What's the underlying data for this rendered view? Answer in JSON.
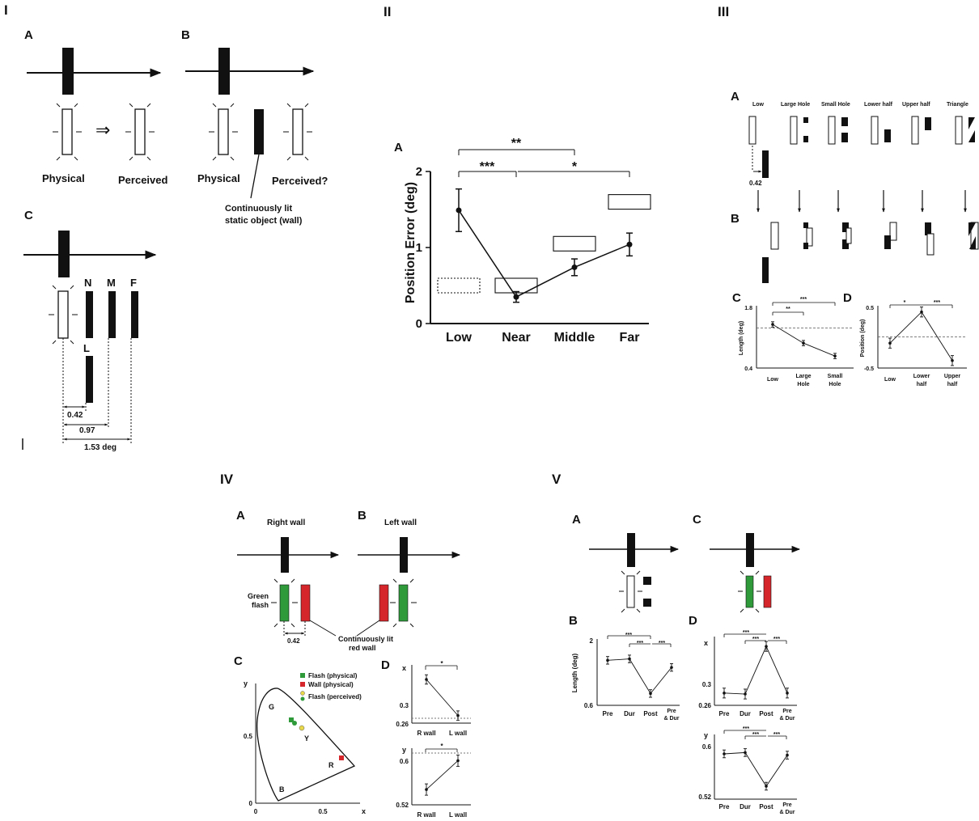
{
  "sections": {
    "I": {
      "numeral": "I",
      "panel_a": "A",
      "panel_b": "B",
      "panel_c": "C",
      "physical": "Physical",
      "perceived": "Perceived",
      "perceived_q": "Perceived?",
      "wall_note_1": "Continuously lit",
      "wall_note_2": "static object (wall)",
      "pos_n": "N",
      "pos_m": "M",
      "pos_f": "F",
      "pos_l": "L",
      "dist_1": "0.42",
      "dist_2": "0.97",
      "dist_3": "1.53 deg"
    },
    "II": {
      "numeral": "II",
      "panel_a": "A",
      "ylabel": "Position Error (deg)",
      "yticks": [
        "0",
        "1",
        "2"
      ],
      "categories": [
        "Low",
        "Near",
        "Middle",
        "Far"
      ],
      "sig_low_middle": "**",
      "sig_low_near": "***",
      "sig_near_far": "*"
    },
    "III": {
      "numeral": "III",
      "panel_a": "A",
      "panel_b": "B",
      "panel_c": "C",
      "panel_d": "D",
      "conditions": [
        "Low",
        "Large Hole",
        "Small Hole",
        "Lower half",
        "Upper half",
        "Triangle"
      ],
      "offset": "0.42",
      "c_ylabel": "Length (deg)",
      "c_ytop": "1.8",
      "c_ybottom": "0.4",
      "c_x1": "Low",
      "c_x2a": "Large",
      "c_x2b": "Hole",
      "c_x3a": "Small",
      "c_x3b": "Hole",
      "c_sig_1": "**",
      "c_sig_2": "***",
      "d_ylabel": "Position (deg)",
      "d_ytop": "0.5",
      "d_ybottom": "-0.5",
      "d_x1": "Low",
      "d_x2a": "Lower",
      "d_x2b": "half",
      "d_x3a": "Upper",
      "d_x3b": "half",
      "d_sig_1": "*",
      "d_sig_2": "***"
    },
    "IV": {
      "numeral": "IV",
      "panel_a": "A",
      "panel_b": "B",
      "panel_c": "C",
      "panel_d": "D",
      "right_wall": "Right wall",
      "left_wall": "Left wall",
      "green_flash_1": "Green",
      "green_flash_2": "flash",
      "offset": "0.42",
      "red_wall_1": "Continuously lit",
      "red_wall_2": "red wall",
      "legend": [
        "Flash (physical)",
        "Wall (physical)",
        "Flash (perceived)"
      ],
      "region_g": "G",
      "region_y": "Y",
      "region_r": "R",
      "region_b": "B",
      "c_xaxis": "x",
      "c_yaxis": "y",
      "c_xticks": [
        "0",
        "0.5"
      ],
      "c_yticks": [
        "0",
        "0.5"
      ],
      "dx_label": "x",
      "dx_ytick_mid": "0.3",
      "dx_ytick_bottom": "0.26",
      "dy_label": "y",
      "dy_ytick_top": "0.6",
      "dy_ytick_bottom": "0.52",
      "d_categories": [
        "R wall",
        "L wall"
      ],
      "d_sig": "*"
    },
    "V": {
      "numeral": "V",
      "panel_a": "A",
      "panel_b": "B",
      "panel_c": "C",
      "panel_d": "D",
      "b_ylabel": "Length (deg)",
      "b_ytop": "2",
      "b_ybottom": "0.6",
      "categories": [
        "Pre",
        "Dur",
        "Post"
      ],
      "cat4a": "Pre",
      "cat4b": "& Dur",
      "sig": "***",
      "dx_label": "x",
      "dx_ytick_mid": "0.3",
      "dx_ytick_bottom": "0.26",
      "dy_label": "y",
      "dy_ytick_top": "0.6",
      "dy_ytick_bottom": "0.52"
    }
  },
  "chart_data": [
    {
      "id": "II-A",
      "type": "line",
      "categories": [
        "Low",
        "Near",
        "Middle",
        "Far"
      ],
      "series": [
        {
          "values": [
            1.49,
            0.35,
            0.74,
            1.04
          ],
          "errors": [
            0.28,
            0.07,
            0.11,
            0.15
          ]
        }
      ],
      "ylabel": "Position Error (deg)",
      "ylim": [
        0,
        2
      ],
      "predicted_boxes": [
        {
          "category": "Low",
          "center": 0.5,
          "dotted": true
        },
        {
          "category": "Near",
          "center": 0.5
        },
        {
          "category": "Middle",
          "center": 1.05
        },
        {
          "category": "Far",
          "center": 1.6
        }
      ]
    },
    {
      "id": "III-C",
      "type": "line",
      "categories": [
        "Low",
        "Large Hole",
        "Small Hole"
      ],
      "values": [
        1.38,
        0.96,
        0.67
      ],
      "reference_line": 1.3,
      "ylabel": "Length (deg)",
      "ylim": [
        0.4,
        1.8
      ]
    },
    {
      "id": "III-D",
      "type": "line",
      "categories": [
        "Low",
        "Lower half",
        "Upper half"
      ],
      "values": [
        -0.1,
        0.4,
        -0.38
      ],
      "reference_line": 0.0,
      "ylabel": "Position (deg)",
      "ylim": [
        -0.5,
        0.5
      ]
    },
    {
      "id": "IV-D-x",
      "type": "line",
      "categories": [
        "R wall",
        "L wall"
      ],
      "values": [
        0.335,
        0.273
      ],
      "ylabel": "x"
    },
    {
      "id": "IV-D-y",
      "type": "line",
      "categories": [
        "R wall",
        "L wall"
      ],
      "values": [
        0.547,
        0.598
      ],
      "ylabel": "y"
    },
    {
      "id": "V-B",
      "type": "line",
      "categories": [
        "Pre",
        "Dur",
        "Post",
        "Pre & Dur"
      ],
      "values": [
        1.55,
        1.58,
        0.85,
        1.4
      ],
      "ylabel": "Length (deg)",
      "ylim": [
        0.6,
        2
      ]
    },
    {
      "id": "V-D-x",
      "type": "line",
      "categories": [
        "Pre",
        "Dur",
        "Post",
        "Pre & Dur"
      ],
      "values": [
        0.285,
        0.283,
        0.38,
        0.285
      ],
      "ylabel": "x"
    },
    {
      "id": "V-D-y",
      "type": "line",
      "categories": [
        "Pre",
        "Dur",
        "Post",
        "Pre & Dur"
      ],
      "values": [
        0.59,
        0.592,
        0.54,
        0.588
      ],
      "ylabel": "y"
    }
  ],
  "colors": {
    "black": "#111111",
    "green": "#2e9a3a",
    "red": "#d4262b",
    "yellow": "#e8d84a"
  }
}
